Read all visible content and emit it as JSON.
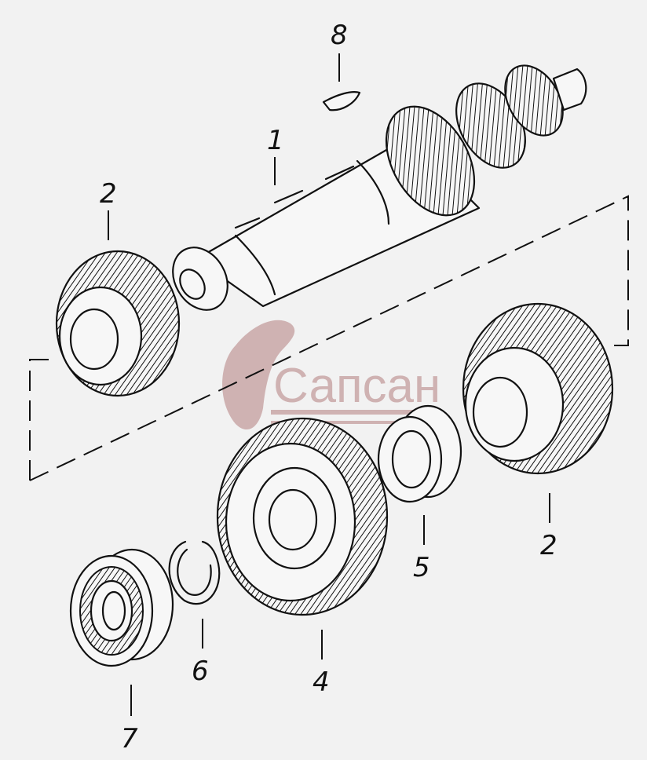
{
  "watermark": {
    "text": "Сапсан",
    "color": "#c9a8a8"
  },
  "callouts": [
    {
      "id": "shaft",
      "label": "1"
    },
    {
      "id": "gear-2-left",
      "label": "2"
    },
    {
      "id": "gear-2-right",
      "label": "2"
    },
    {
      "id": "gear-4",
      "label": "4"
    },
    {
      "id": "bushing-5",
      "label": "5"
    },
    {
      "id": "snap-ring-6",
      "label": "6"
    },
    {
      "id": "bearing-7",
      "label": "7"
    },
    {
      "id": "key-8",
      "label": "8"
    }
  ]
}
